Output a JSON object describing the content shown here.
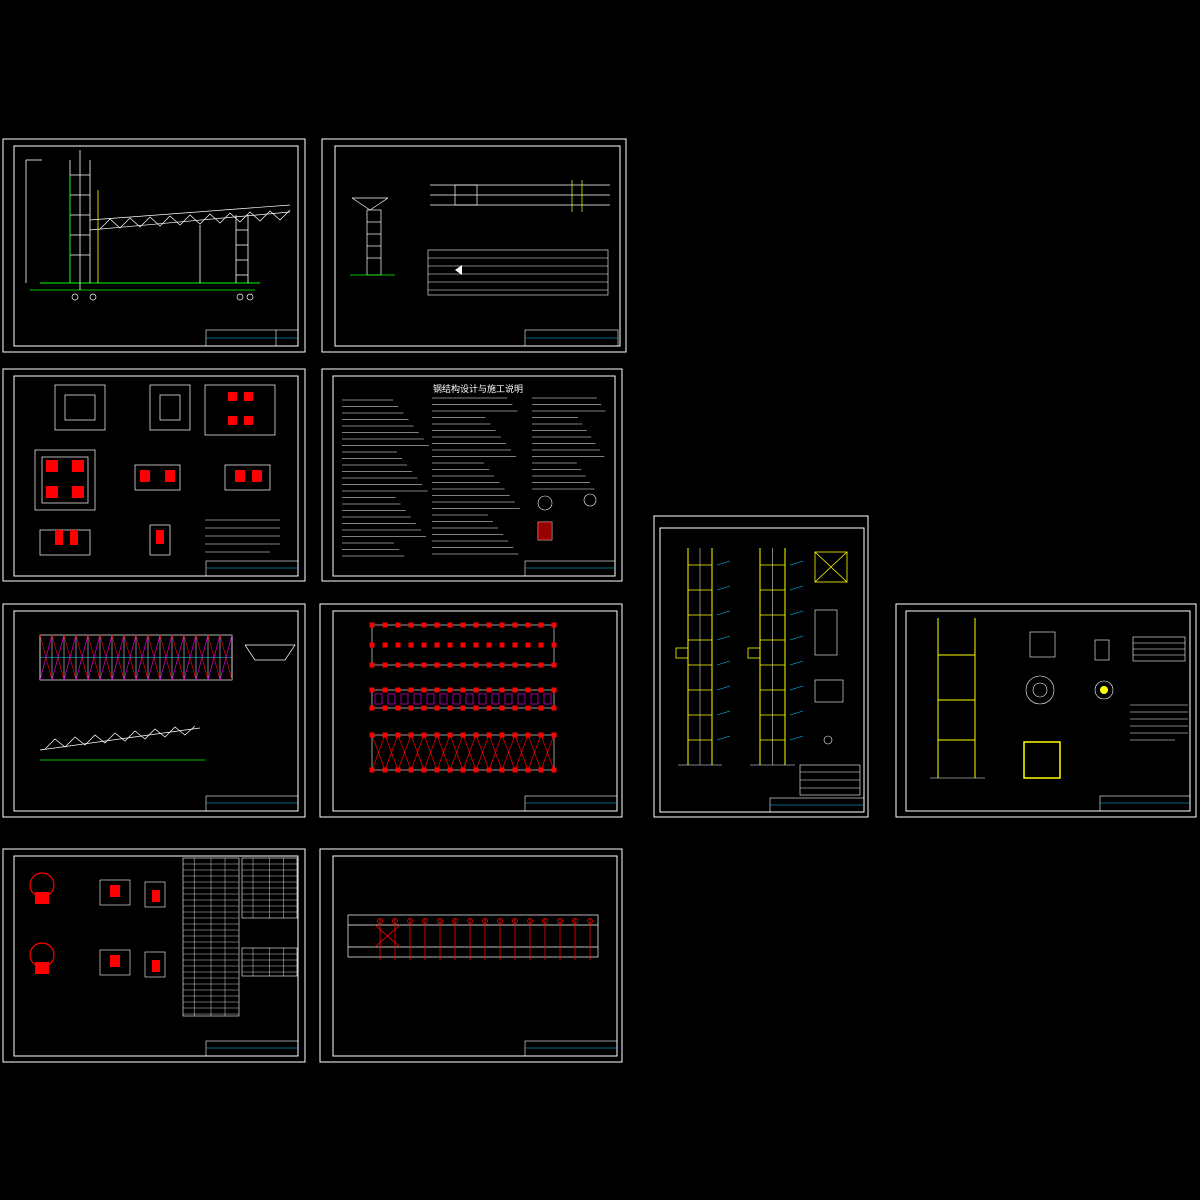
{
  "drawing_set": {
    "background": "#000000",
    "colors": {
      "frame": "#ffffff",
      "structure": "#ffffff",
      "member": "#ffff00",
      "grid": "#00ff00",
      "node": "#ff0000",
      "bracing": "#ff00ff",
      "dimension": "#00c8ff",
      "text": "#ffffff"
    },
    "sheets": [
      {
        "id": "s1",
        "kind": "elevation-roof-truss"
      },
      {
        "id": "s2",
        "kind": "column-section-plan"
      },
      {
        "id": "s3",
        "kind": "foundation-details"
      },
      {
        "id": "s4",
        "kind": "design-notes",
        "heading": "钢结构设计与施工说明"
      },
      {
        "id": "s5",
        "kind": "roof-plan-bracing"
      },
      {
        "id": "s6",
        "kind": "node-layout-plans"
      },
      {
        "id": "s7",
        "kind": "tower-elevations"
      },
      {
        "id": "s8",
        "kind": "column-details"
      },
      {
        "id": "s9",
        "kind": "node-details-tables"
      },
      {
        "id": "s10",
        "kind": "long-plan"
      }
    ]
  }
}
